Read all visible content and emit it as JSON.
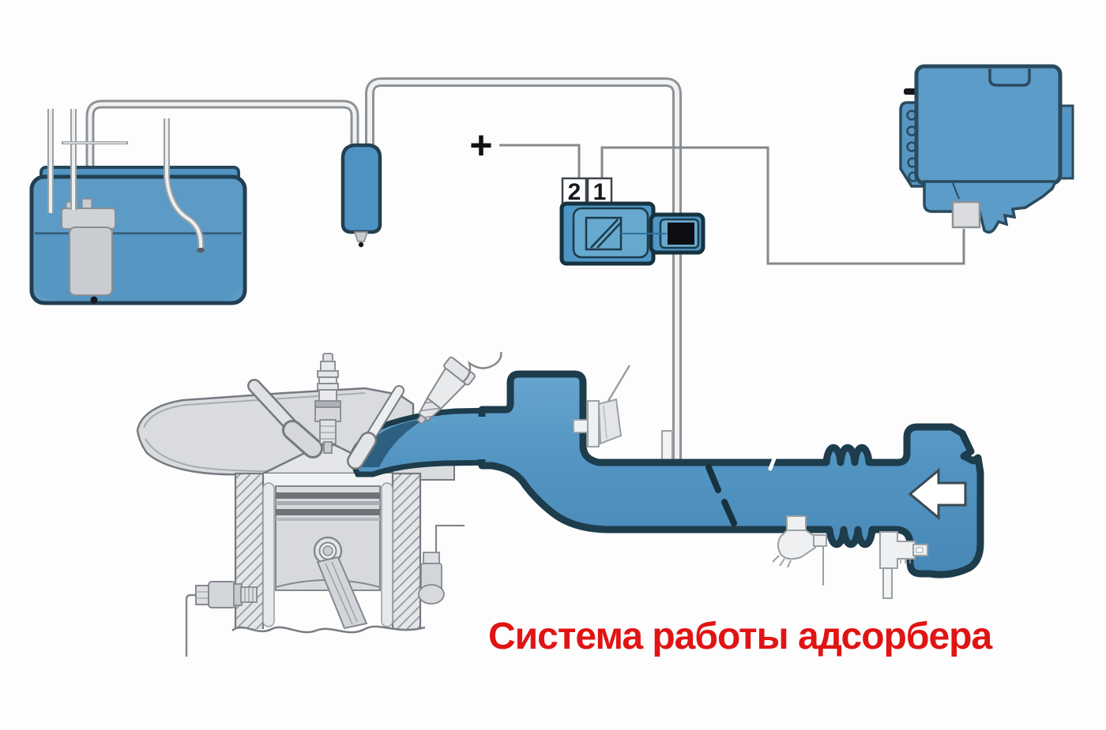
{
  "title": {
    "text": "Система работы адсорбера",
    "color": "#e11414"
  },
  "purge_valve": {
    "terminal_left_label": "2",
    "terminal_right_label": "1"
  },
  "power_supply": {
    "symbol": "+"
  },
  "airflow_arrow": {
    "direction": "left"
  },
  "icons": [
    "fuel-tank",
    "fuel-pump-module",
    "fuel-vapor-line",
    "adsorber-canister",
    "purge-valve",
    "purge-valve-nozzle",
    "ecu",
    "wiring-harness",
    "engine-cylinder",
    "spark-plug",
    "fuel-injector",
    "exhaust-manifold",
    "knock-sensor",
    "intake-manifold",
    "throttle-valve",
    "air-duct-bellows",
    "air-filter-box",
    "airflow-arrow",
    "vacuum-fittings"
  ],
  "colors": {
    "component_blue": "#5b9cc8",
    "outline_dark": "#1d3c4c",
    "pipe_gray": "#8e9296",
    "wire_gray": "#85898d",
    "engine_gray": "#d8dadd",
    "nozzle_black": "#0c0e11",
    "arrow_white": "#ffffff",
    "title_red": "#e11414",
    "background": "#fdfdfd"
  }
}
